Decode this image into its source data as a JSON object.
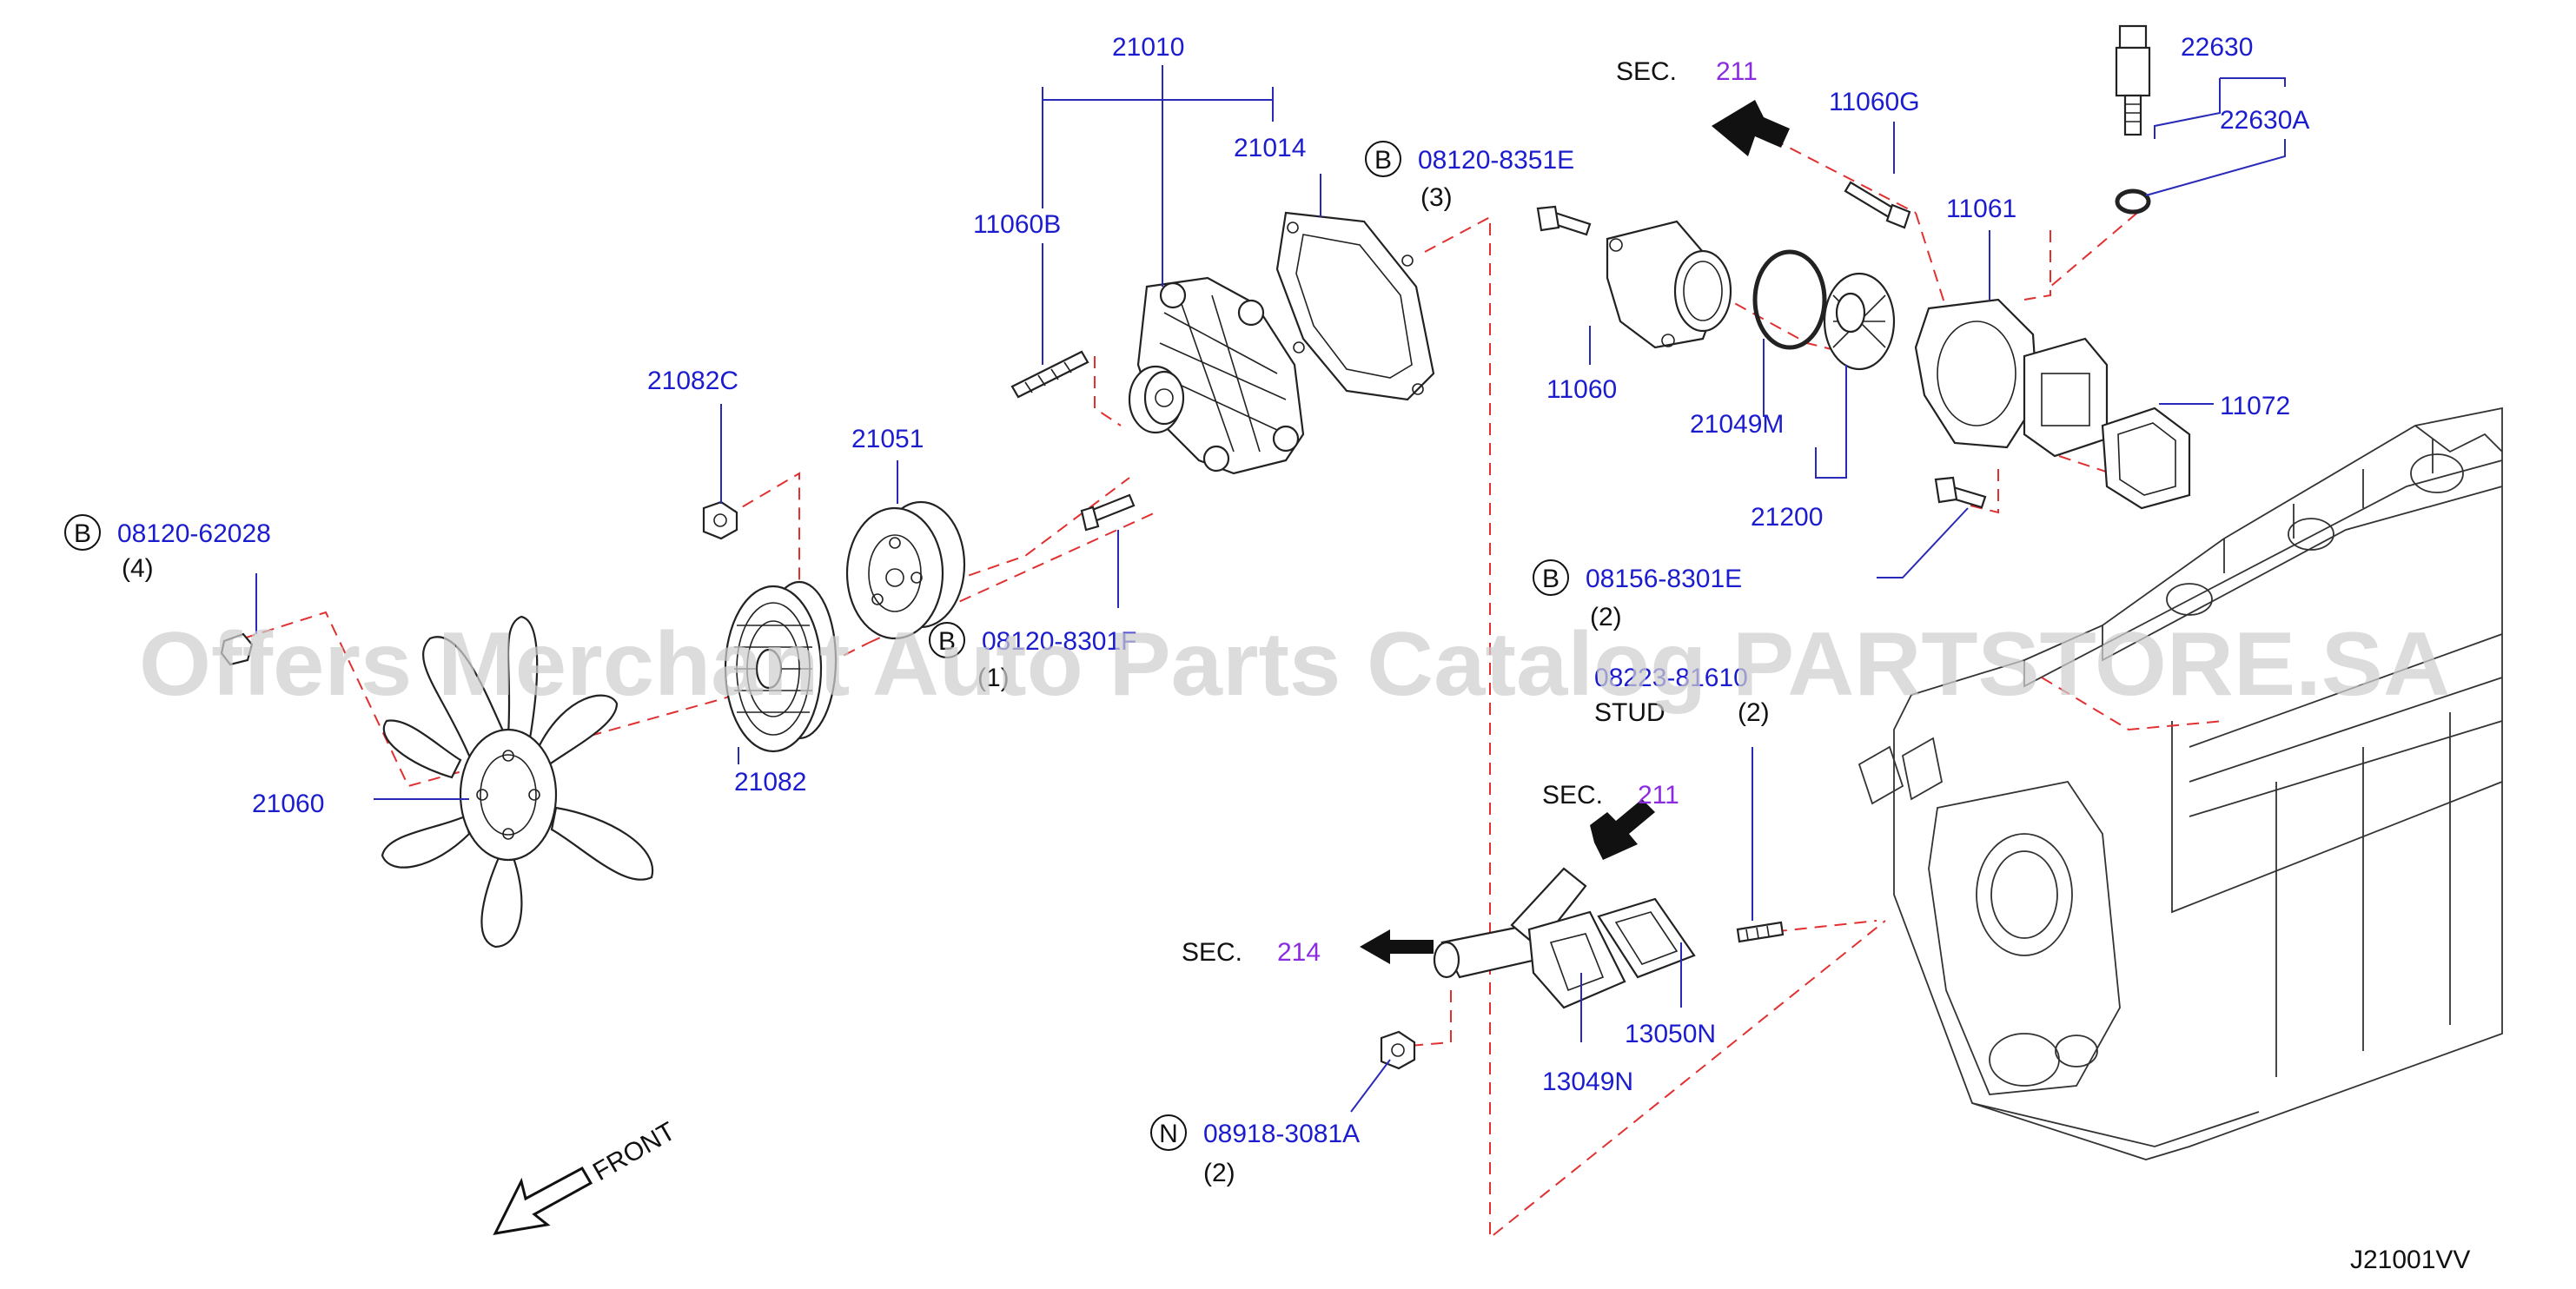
{
  "diagram": {
    "code": "J21001VV",
    "front_label": "FRONT",
    "watermark": "Offers Merchant Auto Parts Catalog PARTSTORE.SA",
    "parts": {
      "p21010": "21010",
      "p21014": "21014",
      "p11060B": "11060B",
      "p21082C": "21082C",
      "p21051": "21051",
      "p21082": "21082",
      "p21060": "21060",
      "p11060": "11060",
      "p21049M": "21049M",
      "p21200": "21200",
      "p11060G": "11060G",
      "p11061": "11061",
      "p11072": "11072",
      "p22630": "22630",
      "p22630A": "22630A",
      "p13049N": "13049N",
      "p13050N": "13050N"
    },
    "bolts": {
      "b1": {
        "letter": "B",
        "number": "08120-62028",
        "qty": "(4)"
      },
      "b2": {
        "letter": "B",
        "number": "08120-8301F",
        "qty": "(1)"
      },
      "b3": {
        "letter": "B",
        "number": "08120-8351E",
        "qty": "(3)"
      },
      "b4": {
        "letter": "B",
        "number": "08156-8301E",
        "qty": "(2)"
      },
      "n1": {
        "letter": "N",
        "number": "08918-3081A",
        "qty": "(2)"
      }
    },
    "stud": {
      "number": "08223-81610",
      "label": "STUD",
      "qty": "(2)"
    },
    "sections": {
      "s1": {
        "prefix": "SEC.",
        "number": "211"
      },
      "s2": {
        "prefix": "SEC.",
        "number": "211"
      },
      "s3": {
        "prefix": "SEC.",
        "number": "214"
      }
    }
  }
}
